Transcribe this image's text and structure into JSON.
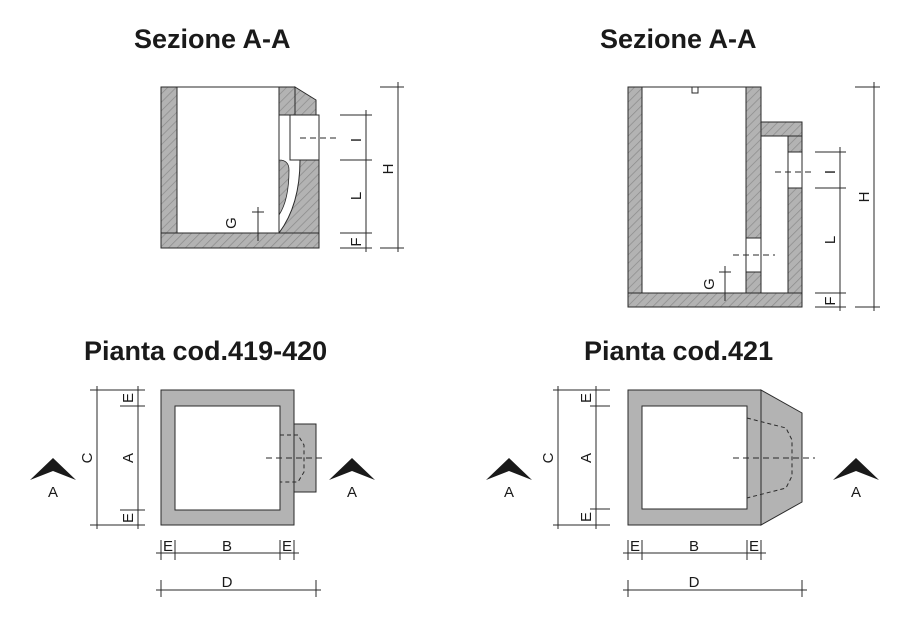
{
  "titles": {
    "section_left": "Sezione A-A",
    "section_right": "Sezione A-A",
    "plan_left": "Pianta cod.419-420",
    "plan_right": "Pianta cod.421"
  },
  "labels": {
    "A": "A",
    "B": "B",
    "C": "C",
    "D": "D",
    "E": "E",
    "F": "F",
    "G": "G",
    "H": "H",
    "I": "I",
    "L": "L"
  },
  "colors": {
    "wall_fill": "#b3b3b3",
    "hatch": "#8a8a8a",
    "line": "#2a2a2a",
    "arrow": "#1a1a1a"
  }
}
